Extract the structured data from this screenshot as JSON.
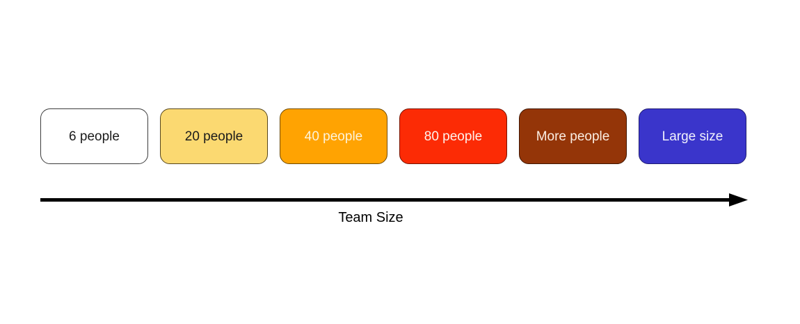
{
  "diagram": {
    "boxes": [
      {
        "label": "6 people",
        "fill": "#FFFFFF",
        "text_color": "#1B1B1B",
        "border_color": "#3B3B3B"
      },
      {
        "label": "20 people",
        "fill": "#FBD971",
        "text_color": "#1B1B1B",
        "border_color": "#55451A"
      },
      {
        "label": "40 people",
        "fill": "#FFA302",
        "text_color": "#FDF3DB",
        "border_color": "#6E4A00"
      },
      {
        "label": "80 people",
        "fill": "#FC2B05",
        "text_color": "#FEF2EC",
        "border_color": "#751300"
      },
      {
        "label": "More people",
        "fill": "#943508",
        "text_color": "#FBEEE3",
        "border_color": "#3F1602"
      },
      {
        "label": "Large size",
        "fill": "#3A35CB",
        "text_color": "#F1F1FC",
        "border_color": "#1E1B72"
      }
    ],
    "axis": {
      "label": "Team Size",
      "line_color": "#000000"
    }
  }
}
